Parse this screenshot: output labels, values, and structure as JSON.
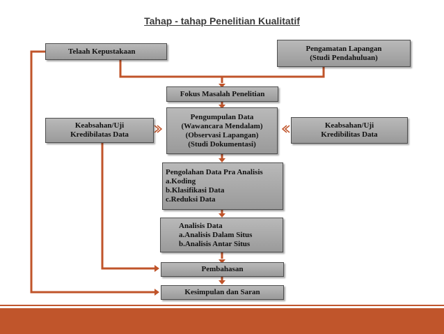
{
  "title": "Tahap - tahap Penelitian Kualitatif",
  "colors": {
    "box_fill": "#a6a6a6",
    "connector": "#c0542a",
    "footer": "#c0552b"
  },
  "nodes": {
    "telaah": {
      "lines": [
        "Telaah Kepustakaan"
      ]
    },
    "pengamatan": {
      "lines": [
        "Pengamatan Lapangan",
        "(Studi Pendahuluan)"
      ]
    },
    "fokus": {
      "lines": [
        "Fokus Masalah Penelitian"
      ]
    },
    "pengumpulan": {
      "lines": [
        "Pengumpulan Data",
        "(Wawancara Mendalam)",
        "(Observasi Lapangan)",
        "(Studi Dokumentasi)"
      ]
    },
    "keabsahan_left": {
      "lines": [
        "Keabsahan/Uji",
        "Kredibilatas Data"
      ]
    },
    "keabsahan_right": {
      "lines": [
        "Keabsahan/Uji",
        "Kredibilitas Data"
      ]
    },
    "pengolahan": {
      "lines": [
        "Pengolahan Data Pra Analisis",
        "a.Koding",
        "b.Klasifikasi Data",
        "c.Reduksi Data"
      ]
    },
    "analisis": {
      "lines": [
        "Analisis Data",
        "a.Analisis Dalam Situs",
        "b.Analisis Antar Situs"
      ]
    },
    "pembahasan": {
      "lines": [
        "Pembahasan"
      ]
    },
    "kesimpulan": {
      "lines": [
        "Kesimpulan dan Saran"
      ]
    }
  }
}
